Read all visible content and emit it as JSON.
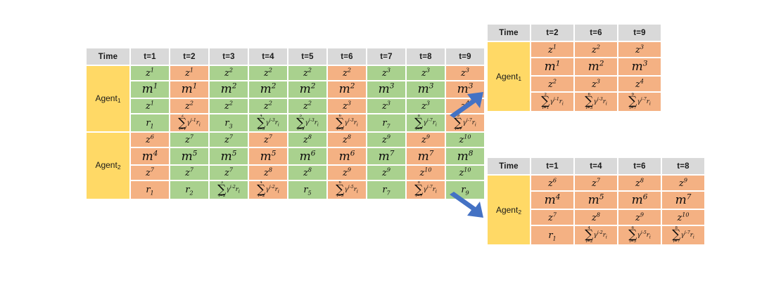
{
  "colors": {
    "header": "#d9d9d9",
    "agent_label": "#ffd966",
    "green": "#a9d18e",
    "orange": "#f4b183",
    "arrow": "#4472c4",
    "background": "#ffffff"
  },
  "main_table": {
    "name": "full-trajectory-table",
    "time_header": "Time",
    "columns": [
      {
        "label": "t=1"
      },
      {
        "label": "t=2"
      },
      {
        "label": "t=3"
      },
      {
        "label": "t=4"
      },
      {
        "label": "t=5"
      },
      {
        "label": "t=6"
      },
      {
        "label": "t=7"
      },
      {
        "label": "t=8"
      },
      {
        "label": "t=9"
      }
    ],
    "agents": [
      {
        "label": "Agent",
        "sublabel": "1",
        "cells": [
          {
            "t": "t=1",
            "color": "green",
            "z_top": {
              "base": "z",
              "sup": "1"
            },
            "m": {
              "base": "m",
              "sup": "1"
            },
            "z_bot": {
              "base": "z",
              "sup": "1"
            },
            "reward": {
              "kind": "plain",
              "base": "r",
              "sub": "1"
            }
          },
          {
            "t": "t=2",
            "color": "orange",
            "z_top": {
              "base": "z",
              "sup": "1"
            },
            "m": {
              "base": "m",
              "sup": "1"
            },
            "z_bot": {
              "base": "z",
              "sup": "2"
            },
            "reward": {
              "kind": "sum",
              "upper": "2",
              "lower": "i=1",
              "exp": "i-1",
              "term": "r",
              "term_sub": "i"
            }
          },
          {
            "t": "t=3",
            "color": "green",
            "z_top": {
              "base": "z",
              "sup": "2"
            },
            "m": {
              "base": "m",
              "sup": "2"
            },
            "z_bot": {
              "base": "z",
              "sup": "2"
            },
            "reward": {
              "kind": "plain",
              "base": "r",
              "sub": "3"
            }
          },
          {
            "t": "t=4",
            "color": "green",
            "z_top": {
              "base": "z",
              "sup": "2"
            },
            "m": {
              "base": "m",
              "sup": "2"
            },
            "z_bot": {
              "base": "z",
              "sup": "2"
            },
            "reward": {
              "kind": "sum",
              "upper": "4",
              "lower": "i=3",
              "exp": "i-3",
              "term": "r",
              "term_sub": "i"
            }
          },
          {
            "t": "t=5",
            "color": "green",
            "z_top": {
              "base": "z",
              "sup": "2"
            },
            "m": {
              "base": "m",
              "sup": "2"
            },
            "z_bot": {
              "base": "z",
              "sup": "2"
            },
            "reward": {
              "kind": "sum",
              "upper": "5",
              "lower": "i=3",
              "exp": "i-3",
              "term": "r",
              "term_sub": "i"
            }
          },
          {
            "t": "t=6",
            "color": "orange",
            "z_top": {
              "base": "z",
              "sup": "2"
            },
            "m": {
              "base": "m",
              "sup": "2"
            },
            "z_bot": {
              "base": "z",
              "sup": "3"
            },
            "reward": {
              "kind": "sum",
              "upper": "6",
              "lower": "i=3",
              "exp": "i-3",
              "term": "r",
              "term_sub": "i"
            }
          },
          {
            "t": "t=7",
            "color": "green",
            "z_top": {
              "base": "z",
              "sup": "3"
            },
            "m": {
              "base": "m",
              "sup": "3"
            },
            "z_bot": {
              "base": "z",
              "sup": "3"
            },
            "reward": {
              "kind": "plain",
              "base": "r",
              "sub": "7"
            }
          },
          {
            "t": "t=8",
            "color": "green",
            "z_top": {
              "base": "z",
              "sup": "3"
            },
            "m": {
              "base": "m",
              "sup": "3"
            },
            "z_bot": {
              "base": "z",
              "sup": "3"
            },
            "reward": {
              "kind": "sum",
              "upper": "8",
              "lower": "i=7",
              "exp": "i-7",
              "term": "r",
              "term_sub": "i"
            }
          },
          {
            "t": "t=9",
            "color": "orange",
            "z_top": {
              "base": "z",
              "sup": "3"
            },
            "m": {
              "base": "m",
              "sup": "3"
            },
            "z_bot": {
              "base": "z",
              "sup": "4"
            },
            "reward": {
              "kind": "sum",
              "upper": "9",
              "lower": "i=7",
              "exp": "i-7",
              "term": "r",
              "term_sub": "i"
            }
          }
        ]
      },
      {
        "label": "Agent",
        "sublabel": "2",
        "cells": [
          {
            "t": "t=1",
            "color": "orange",
            "z_top": {
              "base": "z",
              "sup": "6"
            },
            "m": {
              "base": "m",
              "sup": "4"
            },
            "z_bot": {
              "base": "z",
              "sup": "7"
            },
            "reward": {
              "kind": "plain",
              "base": "r",
              "sub": "1"
            }
          },
          {
            "t": "t=2",
            "color": "green",
            "z_top": {
              "base": "z",
              "sup": "7"
            },
            "m": {
              "base": "m",
              "sup": "5"
            },
            "z_bot": {
              "base": "z",
              "sup": "7"
            },
            "reward": {
              "kind": "plain",
              "base": "r",
              "sub": "2"
            }
          },
          {
            "t": "t=3",
            "color": "green",
            "z_top": {
              "base": "z",
              "sup": "7"
            },
            "m": {
              "base": "m",
              "sup": "5"
            },
            "z_bot": {
              "base": "z",
              "sup": "7"
            },
            "reward": {
              "kind": "sum",
              "upper": "3",
              "lower": "i=2",
              "exp": "i-2",
              "term": "r",
              "term_sub": "i"
            }
          },
          {
            "t": "t=4",
            "color": "orange",
            "z_top": {
              "base": "z",
              "sup": "7"
            },
            "m": {
              "base": "m",
              "sup": "5"
            },
            "z_bot": {
              "base": "z",
              "sup": "8"
            },
            "reward": {
              "kind": "sum",
              "upper": "4",
              "lower": "i=2",
              "exp": "i-2",
              "term": "r",
              "term_sub": "i"
            }
          },
          {
            "t": "t=5",
            "color": "green",
            "z_top": {
              "base": "z",
              "sup": "8"
            },
            "m": {
              "base": "m",
              "sup": "6"
            },
            "z_bot": {
              "base": "z",
              "sup": "8"
            },
            "reward": {
              "kind": "plain",
              "base": "r",
              "sub": "5"
            }
          },
          {
            "t": "t=6",
            "color": "orange",
            "z_top": {
              "base": "z",
              "sup": "8"
            },
            "m": {
              "base": "m",
              "sup": "6"
            },
            "z_bot": {
              "base": "z",
              "sup": "9"
            },
            "reward": {
              "kind": "sum",
              "upper": "6",
              "lower": "i=5",
              "exp": "i-5",
              "term": "r",
              "term_sub": "i"
            }
          },
          {
            "t": "t=7",
            "color": "green",
            "z_top": {
              "base": "z",
              "sup": "9"
            },
            "m": {
              "base": "m",
              "sup": "7"
            },
            "z_bot": {
              "base": "z",
              "sup": "9"
            },
            "reward": {
              "kind": "plain",
              "base": "r",
              "sub": "7"
            }
          },
          {
            "t": "t=8",
            "color": "orange",
            "z_top": {
              "base": "z",
              "sup": "9"
            },
            "m": {
              "base": "m",
              "sup": "7"
            },
            "z_bot": {
              "base": "z",
              "sup": "10"
            },
            "reward": {
              "kind": "sum",
              "upper": "8",
              "lower": "i=7",
              "exp": "i-7",
              "term": "r",
              "term_sub": "i"
            }
          },
          {
            "t": "t=9",
            "color": "green",
            "z_top": {
              "base": "z",
              "sup": "10"
            },
            "m": {
              "base": "m",
              "sup": "8"
            },
            "z_bot": {
              "base": "z",
              "sup": "10"
            },
            "reward": {
              "kind": "plain",
              "base": "r",
              "sub": "9"
            }
          }
        ]
      }
    ]
  },
  "agent1_summary": {
    "name": "agent1-summary-table",
    "time_header": "Time",
    "label": "Agent",
    "sublabel": "1",
    "columns": [
      {
        "label": "t=2"
      },
      {
        "label": "t=6"
      },
      {
        "label": "t=9"
      }
    ],
    "cells": [
      {
        "t": "t=2",
        "color": "orange",
        "z_top": {
          "base": "z",
          "sup": "1"
        },
        "m": {
          "base": "m",
          "sup": "1"
        },
        "z_bot": {
          "base": "z",
          "sup": "2"
        },
        "reward": {
          "kind": "sum",
          "upper": "2",
          "lower": "i=1",
          "exp": "i-1",
          "term": "r",
          "term_sub": "i"
        }
      },
      {
        "t": "t=6",
        "color": "orange",
        "z_top": {
          "base": "z",
          "sup": "2"
        },
        "m": {
          "base": "m",
          "sup": "2"
        },
        "z_bot": {
          "base": "z",
          "sup": "3"
        },
        "reward": {
          "kind": "sum",
          "upper": "6",
          "lower": "i=3",
          "exp": "i-3",
          "term": "r",
          "term_sub": "i"
        }
      },
      {
        "t": "t=9",
        "color": "orange",
        "z_top": {
          "base": "z",
          "sup": "3"
        },
        "m": {
          "base": "m",
          "sup": "3"
        },
        "z_bot": {
          "base": "z",
          "sup": "4"
        },
        "reward": {
          "kind": "sum",
          "upper": "9",
          "lower": "i=7",
          "exp": "i-7",
          "term": "r",
          "term_sub": "i"
        }
      }
    ]
  },
  "agent2_summary": {
    "name": "agent2-summary-table",
    "time_header": "Time",
    "label": "Agent",
    "sublabel": "2",
    "columns": [
      {
        "label": "t=1"
      },
      {
        "label": "t=4"
      },
      {
        "label": "t=6"
      },
      {
        "label": "t=8"
      }
    ],
    "cells": [
      {
        "t": "t=1",
        "color": "orange",
        "z_top": {
          "base": "z",
          "sup": "6"
        },
        "m": {
          "base": "m",
          "sup": "4"
        },
        "z_bot": {
          "base": "z",
          "sup": "7"
        },
        "reward": {
          "kind": "plain",
          "base": "r",
          "sub": "1"
        }
      },
      {
        "t": "t=4",
        "color": "orange",
        "z_top": {
          "base": "z",
          "sup": "7"
        },
        "m": {
          "base": "m",
          "sup": "5"
        },
        "z_bot": {
          "base": "z",
          "sup": "8"
        },
        "reward": {
          "kind": "sum",
          "upper": "4",
          "lower": "i=2",
          "exp": "i-2",
          "term": "r",
          "term_sub": "i"
        }
      },
      {
        "t": "t=6",
        "color": "orange",
        "z_top": {
          "base": "z",
          "sup": "8"
        },
        "m": {
          "base": "m",
          "sup": "6"
        },
        "z_bot": {
          "base": "z",
          "sup": "9"
        },
        "reward": {
          "kind": "sum",
          "upper": "6",
          "lower": "i=5",
          "exp": "i-5",
          "term": "r",
          "term_sub": "i"
        }
      },
      {
        "t": "t=8",
        "color": "orange",
        "z_top": {
          "base": "z",
          "sup": "9"
        },
        "m": {
          "base": "m",
          "sup": "7"
        },
        "z_bot": {
          "base": "z",
          "sup": "10"
        },
        "reward": {
          "kind": "sum",
          "upper": "8",
          "lower": "i=7",
          "exp": "i-7",
          "term": "r",
          "term_sub": "i"
        }
      }
    ]
  },
  "arrows": [
    {
      "name": "arrow-to-agent1-summary",
      "direction": "up-right"
    },
    {
      "name": "arrow-to-agent2-summary",
      "direction": "down-right"
    }
  ],
  "symbols": {
    "sigma": "∑",
    "gamma": "γ"
  }
}
